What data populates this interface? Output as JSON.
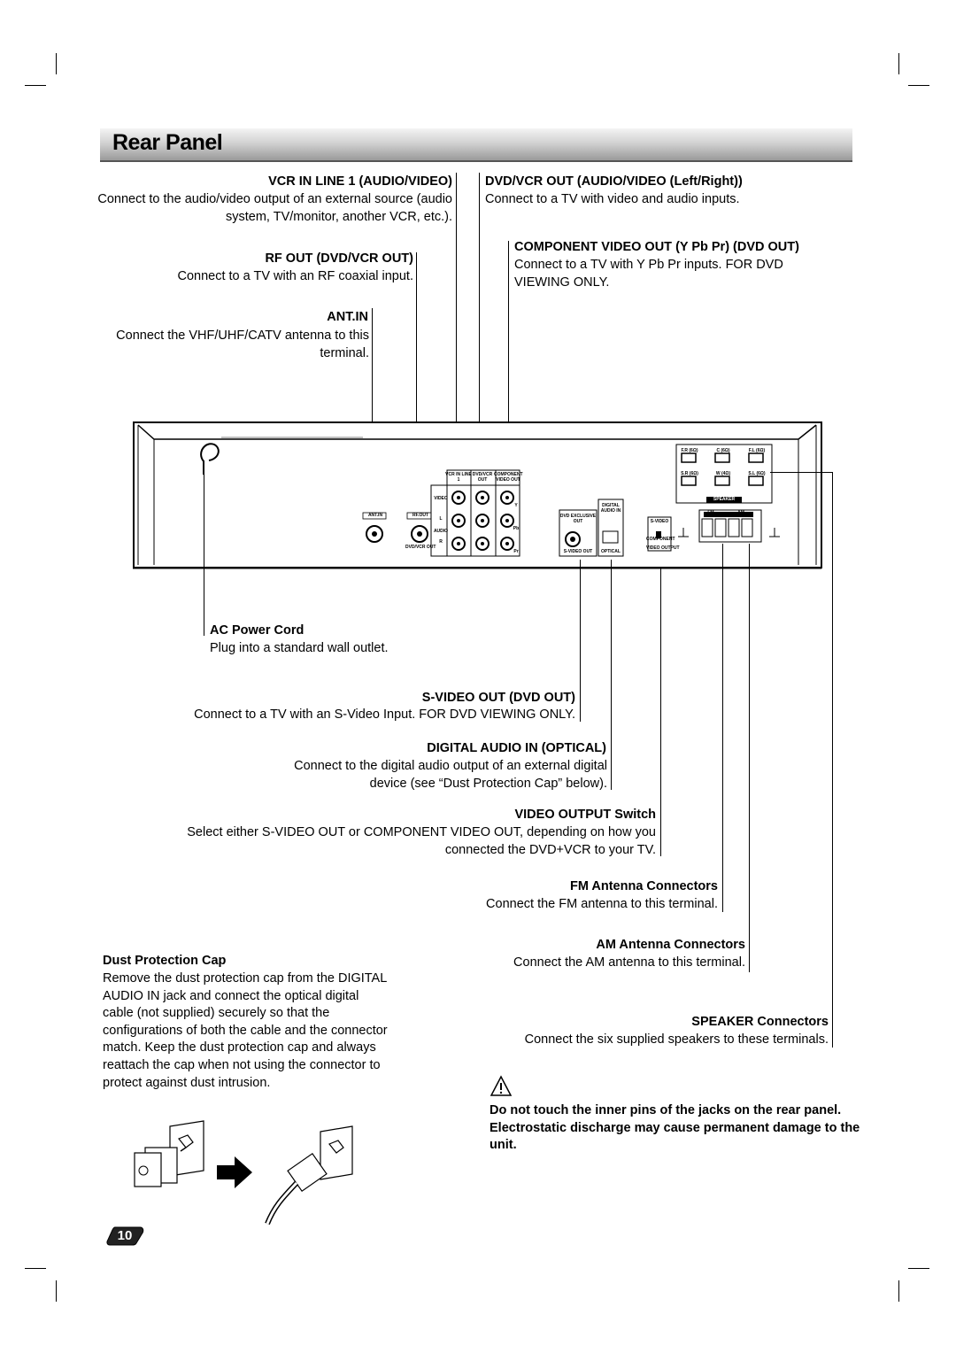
{
  "page": {
    "title": "Rear Panel",
    "page_number": "10"
  },
  "sections": {
    "vcr_in": {
      "heading": "VCR IN LINE 1 (AUDIO/VIDEO)",
      "text": "Connect to the audio/video output of an external source (audio system, TV/monitor, another VCR, etc.)."
    },
    "rf_out": {
      "heading": "RF OUT (DVD/VCR OUT)",
      "text": "Connect to a TV with an RF coaxial input."
    },
    "ant_in": {
      "heading": "ANT.IN",
      "text": "Connect the VHF/UHF/CATV antenna to this terminal."
    },
    "dvdvcr_out": {
      "heading": "DVD/VCR OUT (AUDIO/VIDEO (Left/Right))",
      "text": "Connect to a TV with video and audio inputs."
    },
    "component_out": {
      "heading": "COMPONENT VIDEO OUT (Y Pb Pr) (DVD OUT)",
      "text": "Connect to a TV with Y Pb Pr inputs. FOR DVD VIEWING ONLY."
    },
    "ac_power": {
      "heading": "AC Power Cord",
      "text": "Plug into a standard wall outlet."
    },
    "svideo_out": {
      "heading": "S-VIDEO OUT (DVD OUT)",
      "text": "Connect to a TV with an S-Video Input. FOR DVD VIEWING ONLY."
    },
    "digital_audio": {
      "heading": "DIGITAL AUDIO IN (OPTICAL)",
      "text": "Connect to the digital audio output of an external digital device (see “Dust Protection Cap” below)."
    },
    "video_output": {
      "heading": "VIDEO OUTPUT Switch",
      "text": "Select either S-VIDEO OUT or COMPONENT VIDEO OUT, depending on how you connected the DVD+VCR to your TV."
    },
    "fm_antenna": {
      "heading": "FM Antenna Connectors",
      "text": "Connect the FM antenna to this terminal."
    },
    "am_antenna": {
      "heading": "AM Antenna Connectors",
      "text": "Connect the AM antenna to this terminal."
    },
    "speaker": {
      "heading": "SPEAKER Connectors",
      "text": "Connect the six supplied speakers to these terminals."
    },
    "dust_cap": {
      "heading": "Dust Protection Cap",
      "text": "Remove the dust protection cap from the DIGITAL AUDIO IN jack and connect the optical digital cable (not supplied) securely so that the configurations of both the cable and the connector match. Keep the dust protection cap and always reattach the cap when not using the connector to protect against dust intrusion."
    },
    "warning": {
      "text": "Do not touch the inner pins of the jacks on the rear panel. Electrostatic discharge may cause permanent damage to the unit."
    }
  },
  "panel_labels": {
    "ant_in": "ANT.IN",
    "rf_out": "RF.OUT",
    "dvdvcr_out_label": "DVD/VCR OUT",
    "vcr_in_line1": "VCR IN LINE 1",
    "dvdvcr_out_col": "DVD/VCR OUT",
    "component_col": "COMPONENT VIDEO OUT",
    "video": "VIDEO",
    "audio": "AUDIO",
    "l": "L",
    "r": "R",
    "y": "Y",
    "pb": "Pb",
    "pr": "Pr",
    "dvd_exclusive": "DVD EXCLUSIVE OUT",
    "svideo_out": "S-VIDEO OUT",
    "digital_audio_in": "DIGITAL AUDIO IN",
    "optical": "OPTICAL",
    "svideo_sw": "S-VIDEO",
    "component_sw": "COMPONENT",
    "video_output": "VIDEO OUTPUT",
    "fm": "FM",
    "am": "AM",
    "speaker": "SPEAKER",
    "fr": "F.R (6Ω)",
    "c": "C (6Ω)",
    "fl": "F.L (6Ω)",
    "sr": "S.R (6Ω)",
    "w": "W (4Ω)",
    "sl": "S.L (6Ω)"
  },
  "icons": [
    "warning-triangle-icon",
    "arrow-right-icon",
    "ac-power-cord-icon"
  ]
}
